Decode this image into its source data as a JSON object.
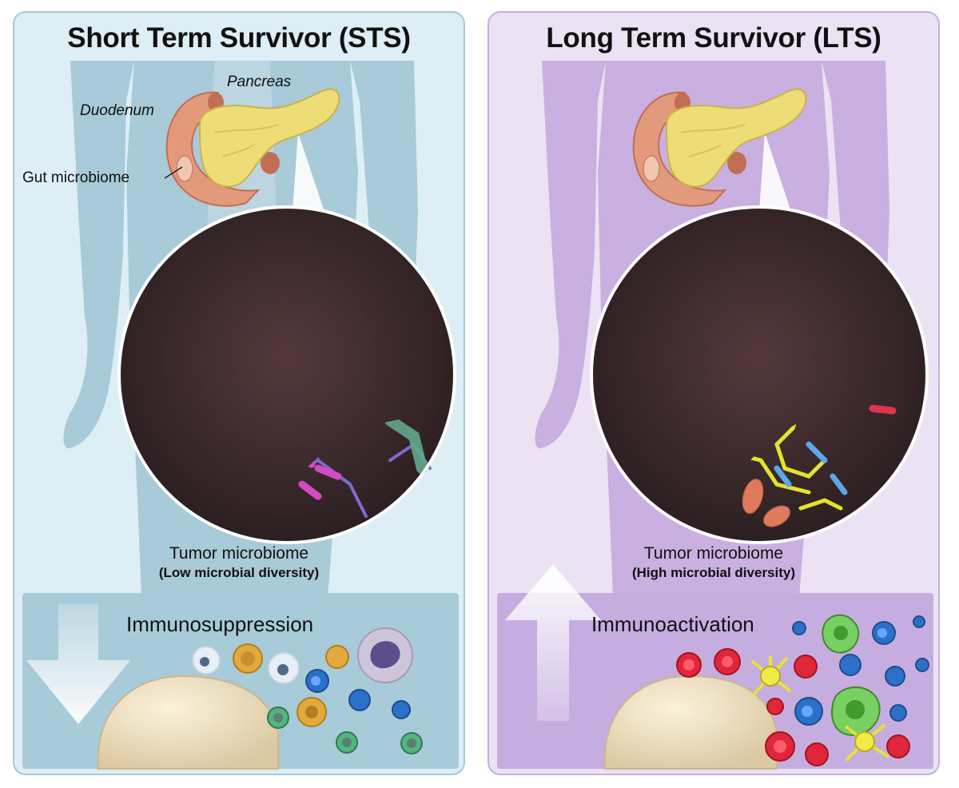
{
  "sts": {
    "title": "Short Term Survivor (STS)",
    "label_pancreas": "Pancreas",
    "label_duodenum": "Duodenum",
    "label_gut_microbiome": "Gut microbiome",
    "caption": "Tumor microbiome",
    "caption_sub": "(Low microbial diversity)",
    "immune_label": "Immunosuppression",
    "arrow_direction": "down"
  },
  "lts": {
    "title": "Long Term Survivor (LTS)",
    "caption": "Tumor microbiome",
    "caption_sub": "(High microbial diversity)",
    "immune_label": "Immunoactivation",
    "arrow_direction": "up"
  },
  "colors": {
    "sts_panel": "#ddeef5",
    "sts_body": "#a9cad8",
    "sts_bottom": "#a8cbd9",
    "lts_panel": "#ebe2f4",
    "lts_body": "#c9b0e0",
    "lts_bottom": "#c6ade0",
    "microbiome_bg": "#3a2a2c",
    "pancreas": "#eedd77",
    "duodenum": "#e39a7c"
  }
}
